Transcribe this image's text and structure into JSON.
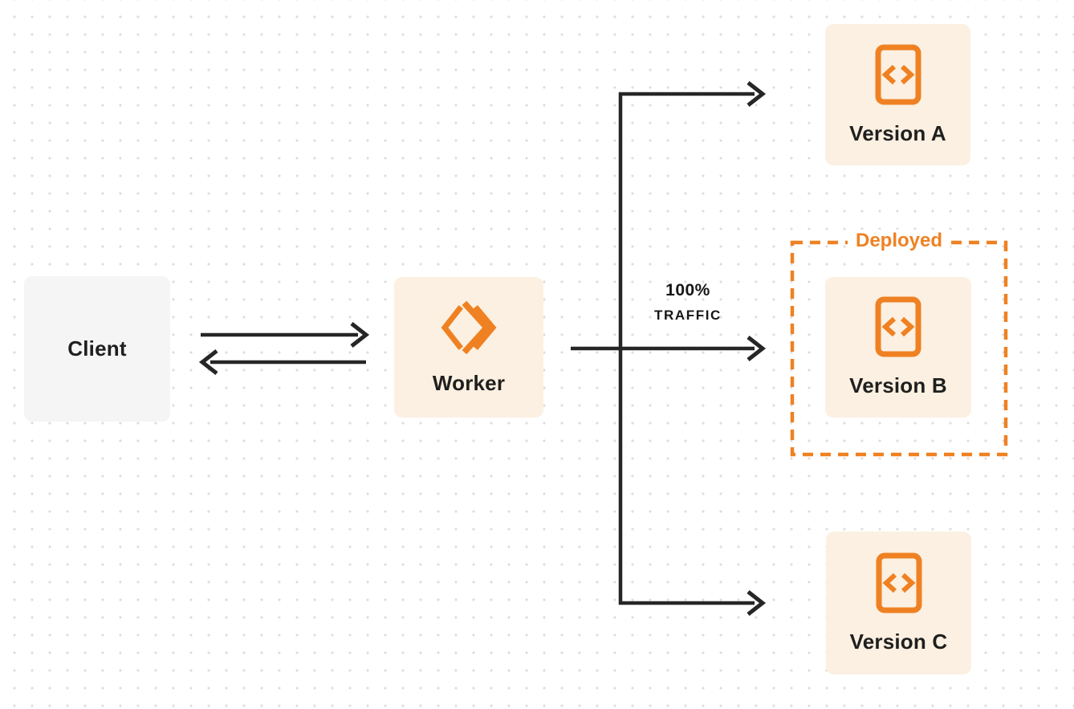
{
  "diagram": {
    "title_hint": "Worker traffic routing between versions",
    "nodes": {
      "client": {
        "label": "Client"
      },
      "worker": {
        "label": "Worker",
        "icon": "cloudflare-workers-logo-icon"
      },
      "versions": [
        {
          "label": "Version A",
          "icon": "code-file-icon"
        },
        {
          "label": "Version B",
          "icon": "code-file-icon",
          "badge": "Deployed"
        },
        {
          "label": "Version C",
          "icon": "code-file-icon"
        }
      ]
    },
    "annotations": {
      "deployed_label": "Deployed",
      "traffic_line1": "100%",
      "traffic_line2": "TRAFFIC"
    },
    "colors": {
      "brand_orange": "#EF8122",
      "cream_fill": "#FBF0E1",
      "client_fill": "#F5F5F6",
      "connector_dark": "#262626",
      "text_dark": "#1F1F1F",
      "dot_grid": "#DEDEDE"
    }
  }
}
